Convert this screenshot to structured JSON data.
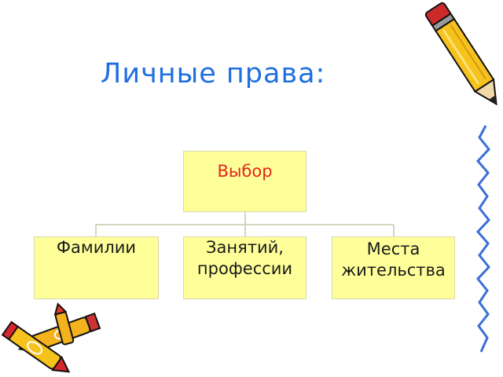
{
  "slide": {
    "title": "Личные  права:"
  },
  "diagram": {
    "root": {
      "label": "Выбор"
    },
    "children": [
      {
        "label": "Фамилии"
      },
      {
        "label": "Занятий,\nпрофессии"
      },
      {
        "label": "Места\nжительства"
      }
    ]
  },
  "colors": {
    "title": "#1f6fe0",
    "root_text": "#e0261f",
    "box_fill": "#ffff99",
    "connector": "#c8c8a8"
  },
  "decorations": [
    "pencil-icon",
    "crayons-icon",
    "zigzag-border"
  ]
}
